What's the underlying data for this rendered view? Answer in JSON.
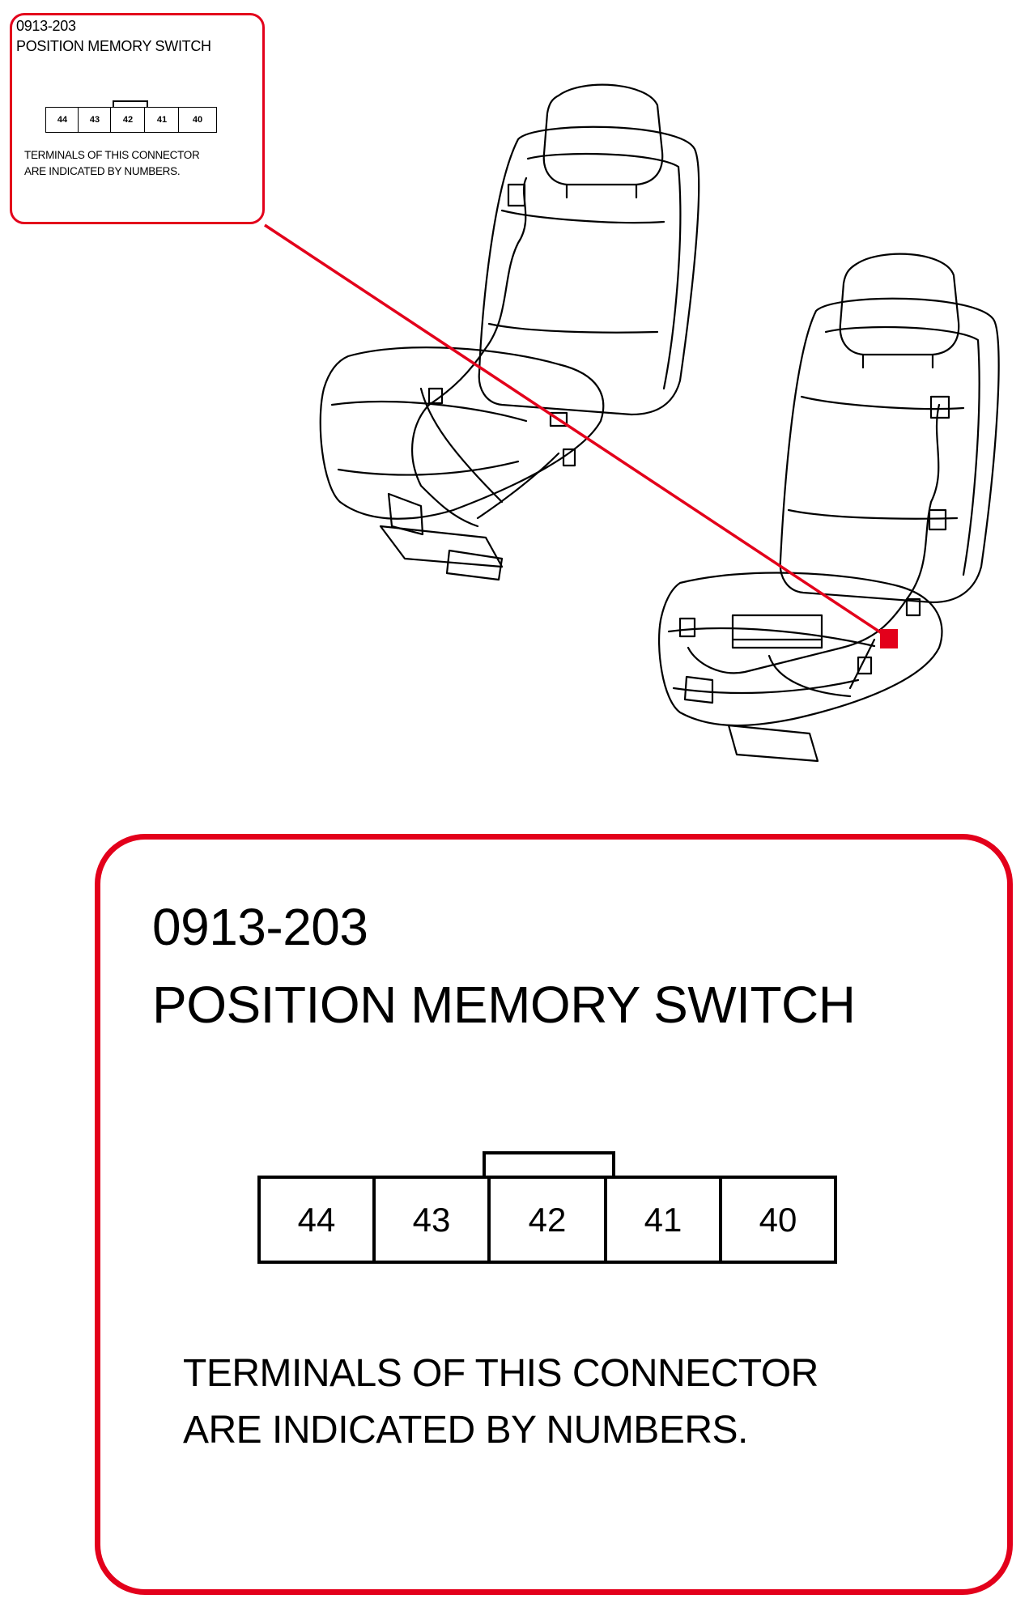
{
  "callout_small": {
    "connector_code": "0913-203",
    "connector_name": "POSITION MEMORY SWITCH",
    "note_line1": "TERMINALS OF THIS CONNECTOR",
    "note_line2": "ARE INDICATED BY NUMBERS."
  },
  "callout_large": {
    "connector_code": "0913-203",
    "connector_name": "POSITION MEMORY SWITCH",
    "note_line1": "TERMINALS OF THIS CONNECTOR",
    "note_line2": "ARE INDICATED BY NUMBERS."
  },
  "terminals": [
    "44",
    "43",
    "42",
    "41",
    "40"
  ],
  "colors": {
    "callout": "#e3001b",
    "highlight": "#e3001b",
    "linework": "#000000"
  }
}
